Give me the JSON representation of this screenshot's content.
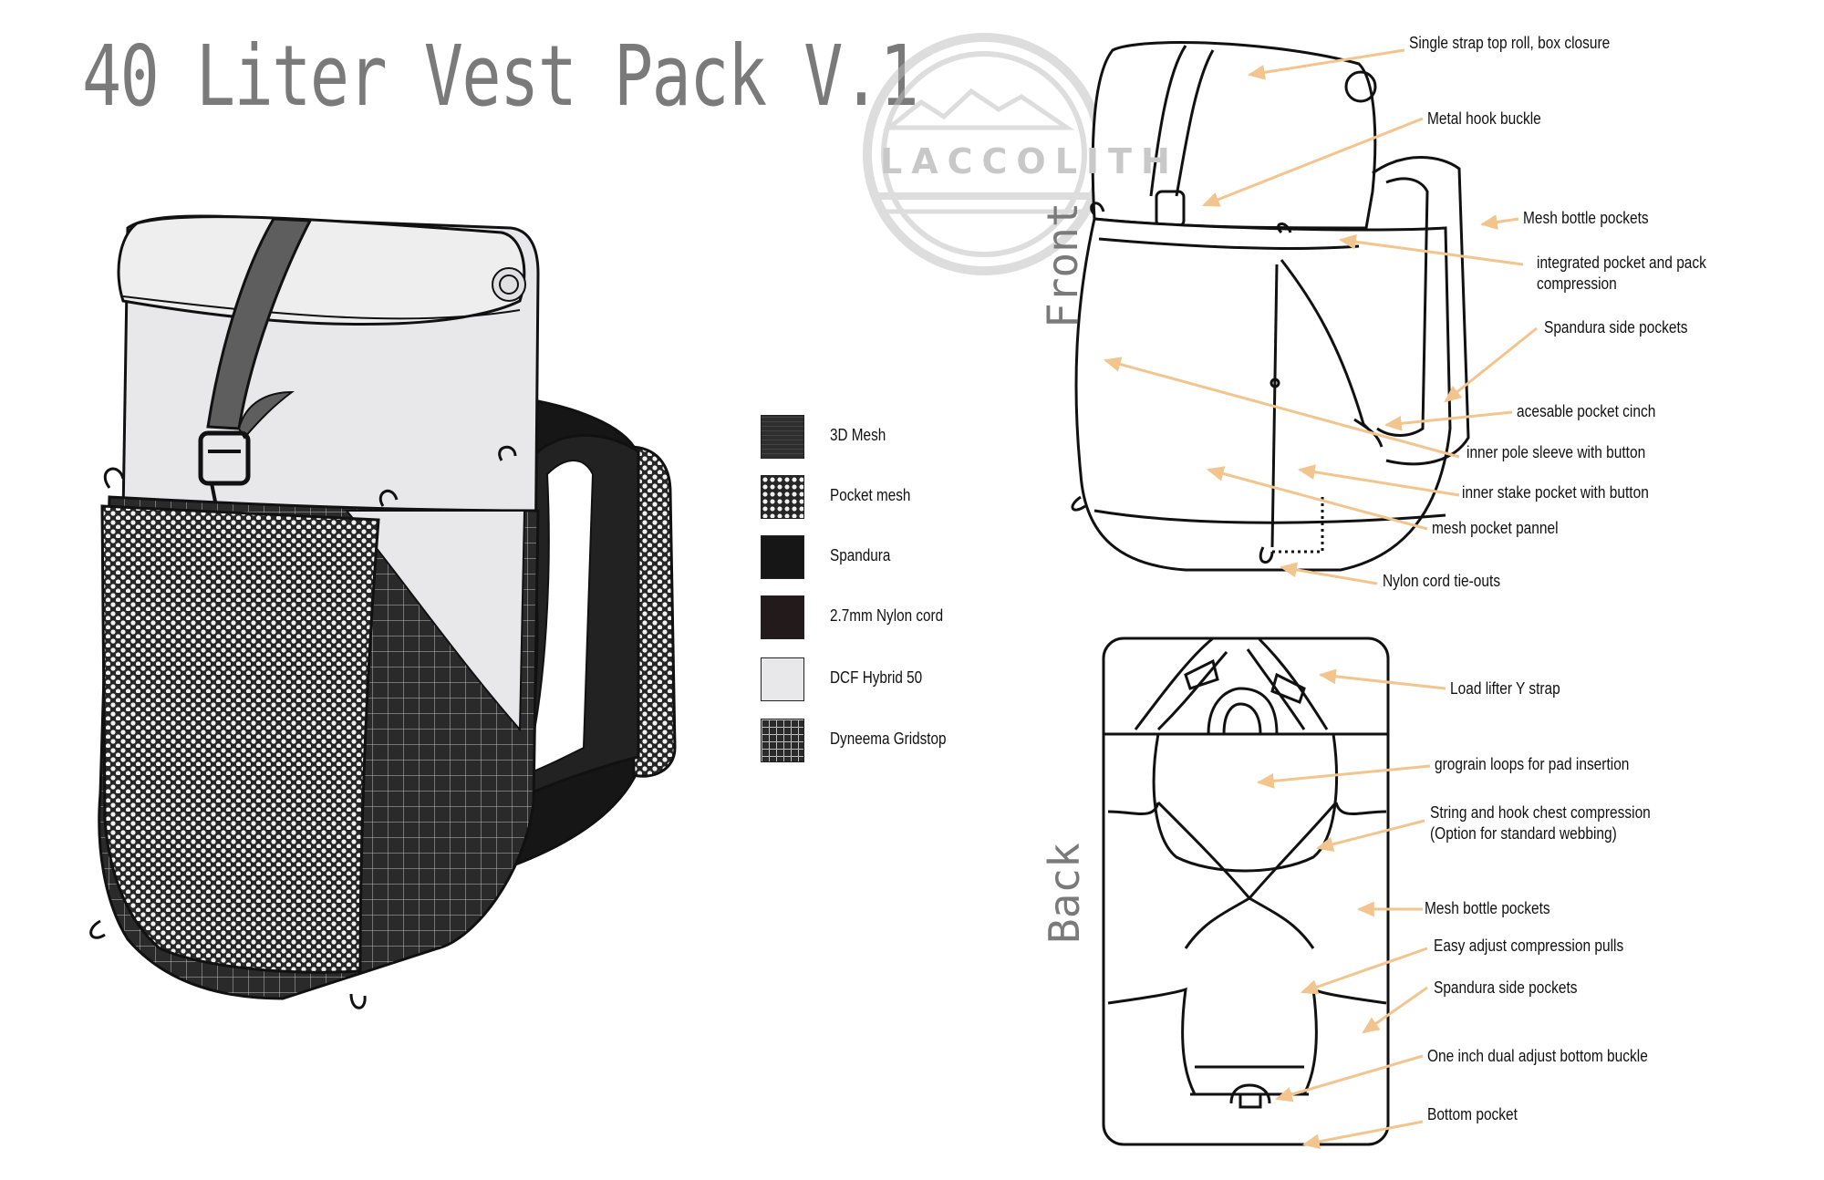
{
  "title": "40 Liter Vest Pack V.1",
  "logo": {
    "text": "LACCOLITH"
  },
  "legend": [
    {
      "label": "3D Mesh",
      "pattern": "mesh3d"
    },
    {
      "label": "Pocket mesh",
      "pattern": "hex"
    },
    {
      "label": "Spandura",
      "pattern": "solid-black"
    },
    {
      "label": "2.7mm Nylon cord",
      "pattern": "solid-dark"
    },
    {
      "label": "DCF Hybrid 50",
      "pattern": "solid-light"
    },
    {
      "label": "Dyneema Gridstop",
      "pattern": "grid"
    }
  ],
  "views": {
    "front": "Front",
    "back": "Back"
  },
  "front_callouts": [
    "Single strap top roll, box closure",
    "Metal hook buckle",
    "Mesh bottle pockets",
    "integrated pocket and pack",
    "compression",
    "Spandura side pockets",
    "acesable pocket cinch",
    "inner pole sleeve with button",
    "inner stake pocket with button",
    "mesh pocket pannel",
    "Nylon cord tie-outs"
  ],
  "back_callouts": [
    "Load lifter Y strap",
    "grograin loops for pad insertion",
    "String and hook chest compression",
    "(Option for standard webbing)",
    "Mesh bottle pockets",
    "Easy adjust compression pulls",
    "Spandura side pockets",
    "One inch dual adjust bottom buckle",
    "Bottom pocket"
  ],
  "colors": {
    "title_gray": "#7a7a7a",
    "arrow": "#f2c58f",
    "dcf": "#e8e8ea",
    "spandura": "#161616",
    "gridstop": "#2b2b2b",
    "strap": "#5e5e5e"
  }
}
